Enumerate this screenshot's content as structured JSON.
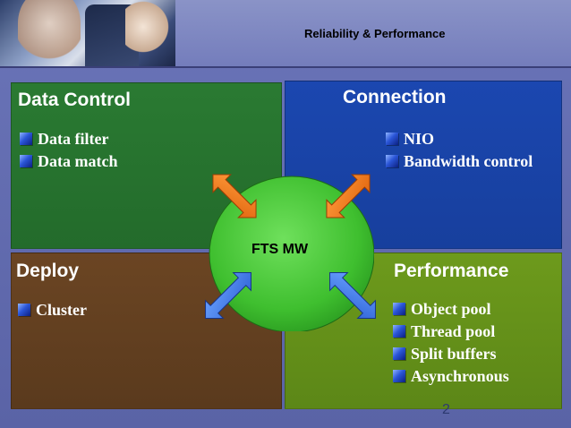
{
  "header": {
    "title": "Reliability & Performance"
  },
  "quadrants": {
    "data_control": {
      "title": "Data Control",
      "items": [
        "Data filter",
        "Data match"
      ]
    },
    "connection": {
      "title": "Connection",
      "items": [
        "NIO",
        "Bandwidth control"
      ]
    },
    "deploy": {
      "title": "Deploy",
      "items": [
        "Cluster"
      ]
    },
    "performance": {
      "title": "Performance",
      "items": [
        "Object pool",
        "Thread pool",
        "Split buffers",
        "Asynchronous"
      ]
    }
  },
  "hub": {
    "label": "FTS MW"
  },
  "page_number": "2",
  "colors": {
    "background": "#5b63a8",
    "data_control": "#2a7a32",
    "connection": "#1b47b0",
    "deploy": "#6b4523",
    "performance": "#6d9a1c",
    "hub": "#3fbf2f",
    "arrow_top": "#f07a1e",
    "arrow_bottom": "#3f7fe8"
  },
  "icons": [
    "photo-header-image",
    "bullet-square-icon",
    "double-arrow-icon"
  ]
}
